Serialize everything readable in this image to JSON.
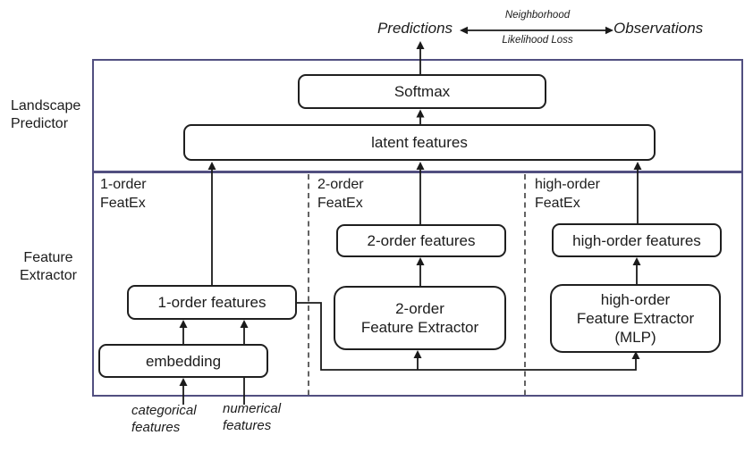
{
  "colors": {
    "frame": "#514f80",
    "line": "#1a1a1a",
    "box-border": "#1f1f1f",
    "dashed": "#3d3d3d",
    "text": "#1c1c1c",
    "bg": "#ffffff"
  },
  "header": {
    "predictions": "Predictions",
    "neighborhood": "Neighborhood",
    "likelihood_loss": "Likelihood Loss",
    "observations": "Observations"
  },
  "side_labels": {
    "landscape_predictor": "Landscape\nPredictor",
    "feature_extractor": "Feature\nExtractor"
  },
  "sections": {
    "order1": "1-order\nFeatEx",
    "order2": "2-order\nFeatEx",
    "high_order": "high-order\nFeatEx"
  },
  "boxes": {
    "softmax": "Softmax",
    "latent_features": "latent features",
    "order1_features": "1-order features",
    "embedding": "embedding",
    "order2_features": "2-order features",
    "order2_extractor": "2-order\nFeature Extractor",
    "high_order_features": "high-order features",
    "high_order_extractor": "high-order\nFeature Extractor\n(MLP)"
  },
  "inputs": {
    "categorical": "categorical\nfeatures",
    "numerical": "numerical\nfeatures"
  }
}
